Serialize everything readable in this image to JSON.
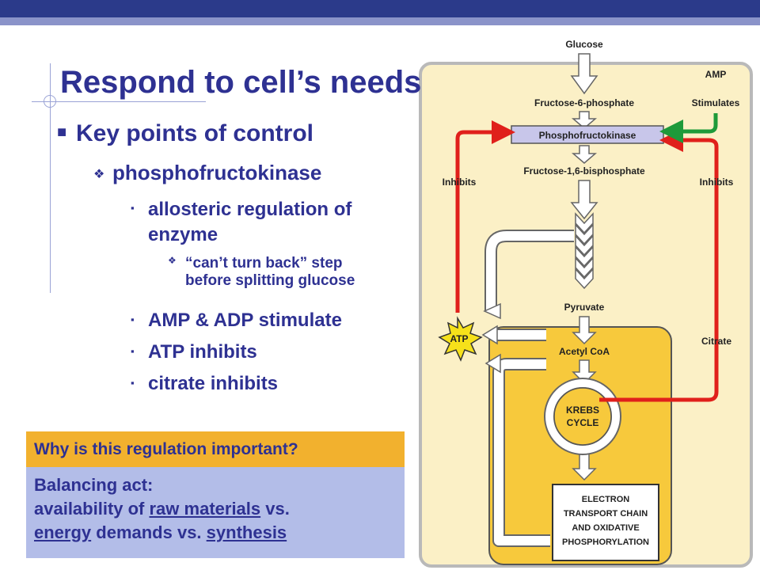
{
  "slide": {
    "title": "Respond to cell’s needs",
    "bullets": {
      "level1": "Key points of control",
      "level2": "phosphofructokinase",
      "level3a_line1": "allosteric regulation of",
      "level3a_line2": "enzyme",
      "level4_line1": "“can’t turn back” step",
      "level4_line2": "before splitting glucose",
      "level3b": "AMP & ADP stimulate",
      "level3c": "ATP inhibits",
      "level3d": "citrate inhibits"
    },
    "question": "Why is this regulation important?",
    "answer": {
      "line1": "Balancing act:",
      "line2_pre": "availability of ",
      "line2_ul": "raw materials",
      "line2_post": " vs.",
      "line3_ul1": "energy",
      "line3_mid": " demands vs. ",
      "line3_ul2": "synthesis"
    }
  },
  "diagram": {
    "glucose": "Glucose",
    "f6p": "Fructose-6-phosphate",
    "pfk": "Phosphofructokinase",
    "f16bp": "Fructose-1,6-bisphosphate",
    "pyruvate": "Pyruvate",
    "acetyl_coa": "Acetyl CoA",
    "krebs_line1": "KREBS",
    "krebs_line2": "CYCLE",
    "etc_line1": "ELECTRON",
    "etc_line2": "TRANSPORT CHAIN",
    "etc_line3": "AND OXIDATIVE",
    "etc_line4": "PHOSPHORYLATION",
    "amp": "AMP",
    "stimulates": "Stimulates",
    "inhibits_left": "Inhibits",
    "inhibits_right": "Inhibits",
    "citrate": "Citrate",
    "atp": "ATP"
  },
  "colors": {
    "title_blue": "#2e3192",
    "top_bar": "#2b3a8a",
    "question_bg": "#f2b12e",
    "answer_bg": "#b3bde8",
    "diagram_bg": "#fbf0c6",
    "mito_bg": "#f7c93c",
    "pfk_bg": "#c8c6ea",
    "inhibit_arrow": "#e0201b",
    "stimulate_arrow": "#1e9a3a",
    "atp_star": "#f6e11a"
  }
}
